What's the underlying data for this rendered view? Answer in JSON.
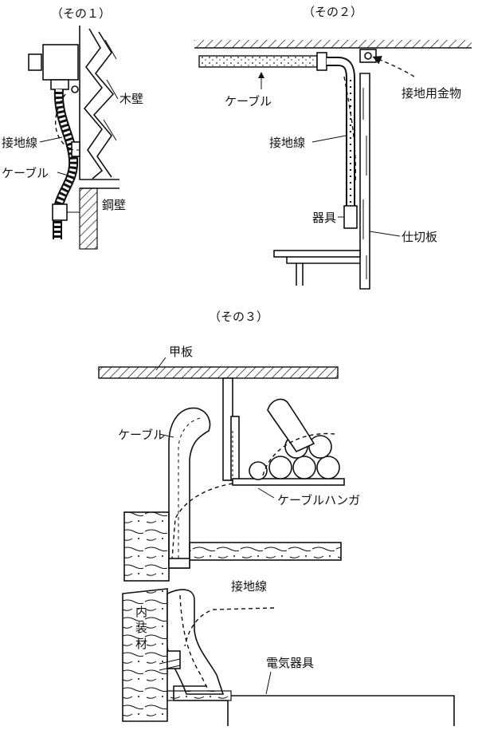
{
  "panel1": {
    "title": "（その１）",
    "labels": {
      "wood_wall": "木壁",
      "ground_wire": "接地線",
      "cable": "ケーブル",
      "steel_wall": "鋼壁"
    }
  },
  "panel2": {
    "title": "（その２）",
    "labels": {
      "cable": "ケーブル",
      "ground_fitting": "接地用金物",
      "ground_wire": "接地線",
      "fixture": "器具",
      "partition": "仕切板"
    }
  },
  "panel3": {
    "title": "（その３）",
    "labels": {
      "deck_plate": "甲板",
      "cable": "ケーブル",
      "cable_hanger": "ケーブルハンガ",
      "ground_wire": "接地線",
      "interior_material": [
        "内",
        "装",
        "材"
      ],
      "electrical_fixture": "電気器具"
    }
  },
  "icons": {
    "hatch": "diagonal-hatch",
    "arrow": "pointer-arrow"
  }
}
